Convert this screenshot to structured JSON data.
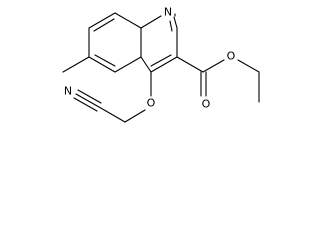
{
  "colors": {
    "background": "#ffffff",
    "bond": "#000000",
    "label": "#000000"
  },
  "molecule": {
    "atom_labels": {
      "ring_nitrogen": "N",
      "ester_carbonyl_oxygen": "O",
      "ester_ether_oxygen": "O",
      "ether_oxygen": "O",
      "nitrile_nitrogen": "N"
    }
  }
}
